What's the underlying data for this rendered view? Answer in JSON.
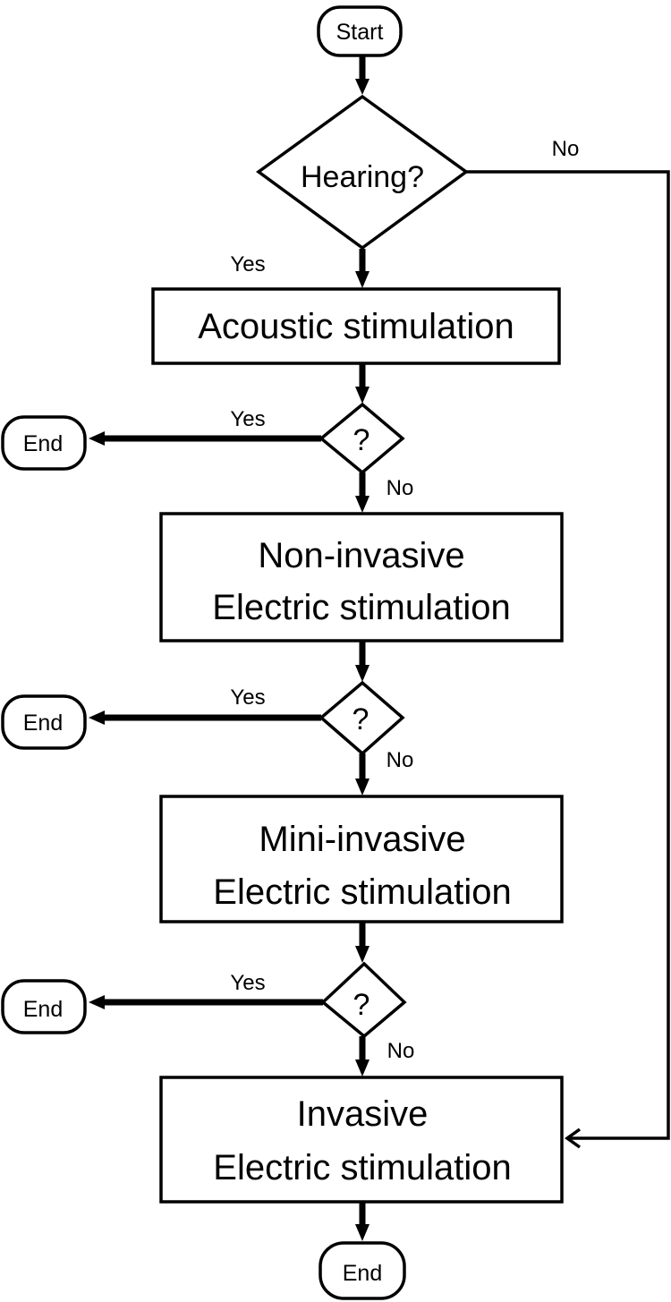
{
  "nodes": {
    "start": "Start",
    "hearing_decision": "Hearing?",
    "acoustic": "Acoustic stimulation",
    "decision1": "?",
    "noninvasive": [
      "Non-invasive",
      "Electric stimulation"
    ],
    "decision2": "?",
    "miniinvasive": [
      "Mini-invasive",
      "Electric stimulation"
    ],
    "decision3": "?",
    "invasive": [
      "Invasive",
      "Electric stimulation"
    ],
    "end_1": "End",
    "end_2": "End",
    "end_3": "End",
    "end_final": "End"
  },
  "edges": {
    "hearing_no": "No",
    "hearing_yes": "Yes",
    "d1_yes": "Yes",
    "d1_no": "No",
    "d2_yes": "Yes",
    "d2_no": "No",
    "d3_yes": "Yes",
    "d3_no": "No"
  }
}
